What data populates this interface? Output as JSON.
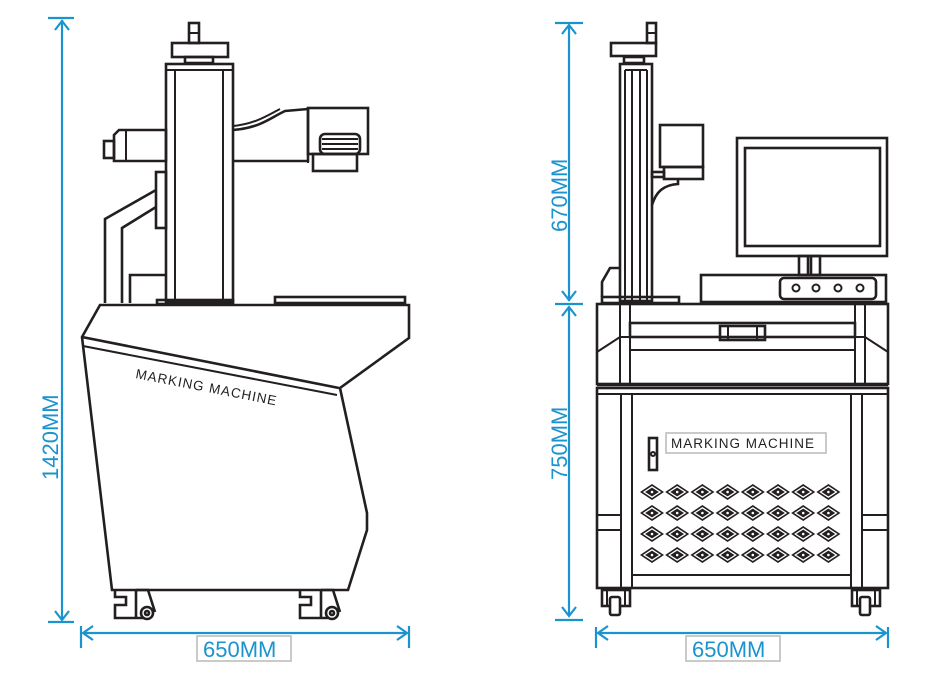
{
  "diagram": {
    "title": "Laser Marking Machine Dimensions",
    "side_view": {
      "body_label": "MARKING MACHINE",
      "height_dimension": "1420MM",
      "width_dimension": "650MM"
    },
    "front_view": {
      "cabinet_label": "MARKING MACHINE",
      "upper_height_dimension": "670MM",
      "lower_height_dimension": "750MM",
      "width_dimension": "650MM",
      "control_buttons": 4,
      "vent_rows": 4,
      "vent_columns": 8
    },
    "colors": {
      "dimension": "#1a93cf",
      "outline": "#231f20",
      "label_border": "#bdbdbd"
    }
  }
}
